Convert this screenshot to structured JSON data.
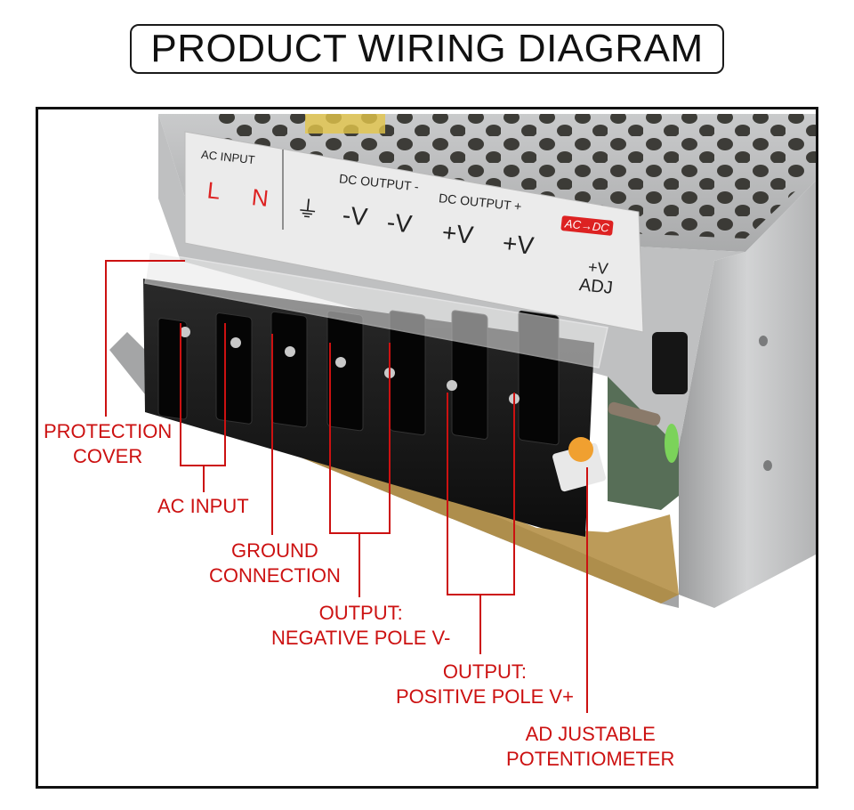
{
  "title": "PRODUCT WIRING DIAGRAM",
  "colors": {
    "callout": "#cc1111",
    "chassis": "#b9babb",
    "terminal_block": "#1c1c1c",
    "pcb": "#b08a3c"
  },
  "panel": {
    "ac_input": "AC INPUT",
    "dc_output_neg": "DC OUTPUT -",
    "dc_output_pos": "DC OUTPUT +",
    "badge": "AC→DC",
    "adj_top": "+V",
    "adj_bottom": "ADJ",
    "terminals": [
      "L",
      "N",
      "⏚",
      "-V",
      "-V",
      "+V",
      "+V"
    ]
  },
  "callouts": {
    "protection_cover": [
      "PROTECTION",
      "COVER"
    ],
    "ac_input": [
      "AC INPUT"
    ],
    "ground_connection": [
      "GROUND",
      "CONNECTION"
    ],
    "output_negative": [
      "OUTPUT:",
      "NEGATIVE POLE V-"
    ],
    "output_positive": [
      "OUTPUT:",
      "POSITIVE POLE V+"
    ],
    "potentiometer": [
      "AD JUSTABLE",
      "POTENTIOMETER"
    ]
  }
}
